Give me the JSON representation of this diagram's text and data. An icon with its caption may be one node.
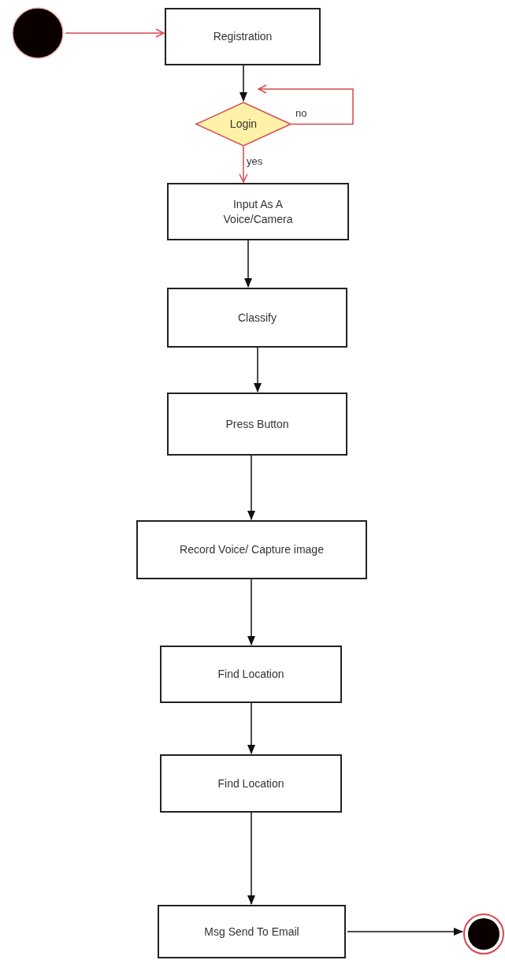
{
  "diagram": {
    "nodes": [
      {
        "text": [],
        "shape": "circle"
      },
      {
        "text": [
          "Registration"
        ]
      },
      {
        "text": [
          "Login"
        ]
      },
      {
        "text": [
          "Input As A Voice/Camera"
        ]
      },
      {
        "text": [
          "Classify"
        ]
      },
      {
        "text": [
          "Press Button"
        ]
      },
      {
        "text": [
          "Record Voice/ Capture image"
        ]
      },
      {
        "text": [
          "Find Location"
        ]
      },
      {
        "text": [
          "Find Location"
        ]
      },
      {
        "text": [
          "Msg Send To Email"
        ]
      },
      {
        "text": [],
        "shape": "bullseye"
      }
    ],
    "edges": [
      {
        "from": 0,
        "to": 1,
        "arrow": "to",
        "color": "#d9464f"
      },
      {
        "from": 1,
        "to": 2,
        "arrow": "to"
      },
      {
        "from": 2,
        "to": 2,
        "arrow": "to",
        "label": "no",
        "color": "#d9464f"
      },
      {
        "from": 2,
        "to": 3,
        "arrow": "to",
        "label": "yes",
        "color": "#d9464f"
      },
      {
        "from": 3,
        "to": 4,
        "arrow": "to"
      },
      {
        "from": 4,
        "to": 5,
        "arrow": "to"
      },
      {
        "from": 5,
        "to": 6,
        "arrow": "to"
      },
      {
        "from": 6,
        "to": 7,
        "arrow": "to"
      },
      {
        "from": 7,
        "to": 8,
        "arrow": "to"
      },
      {
        "from": 8,
        "to": 9,
        "arrow": "to"
      },
      {
        "from": 9,
        "to": 10,
        "arrow": "to"
      }
    ]
  }
}
